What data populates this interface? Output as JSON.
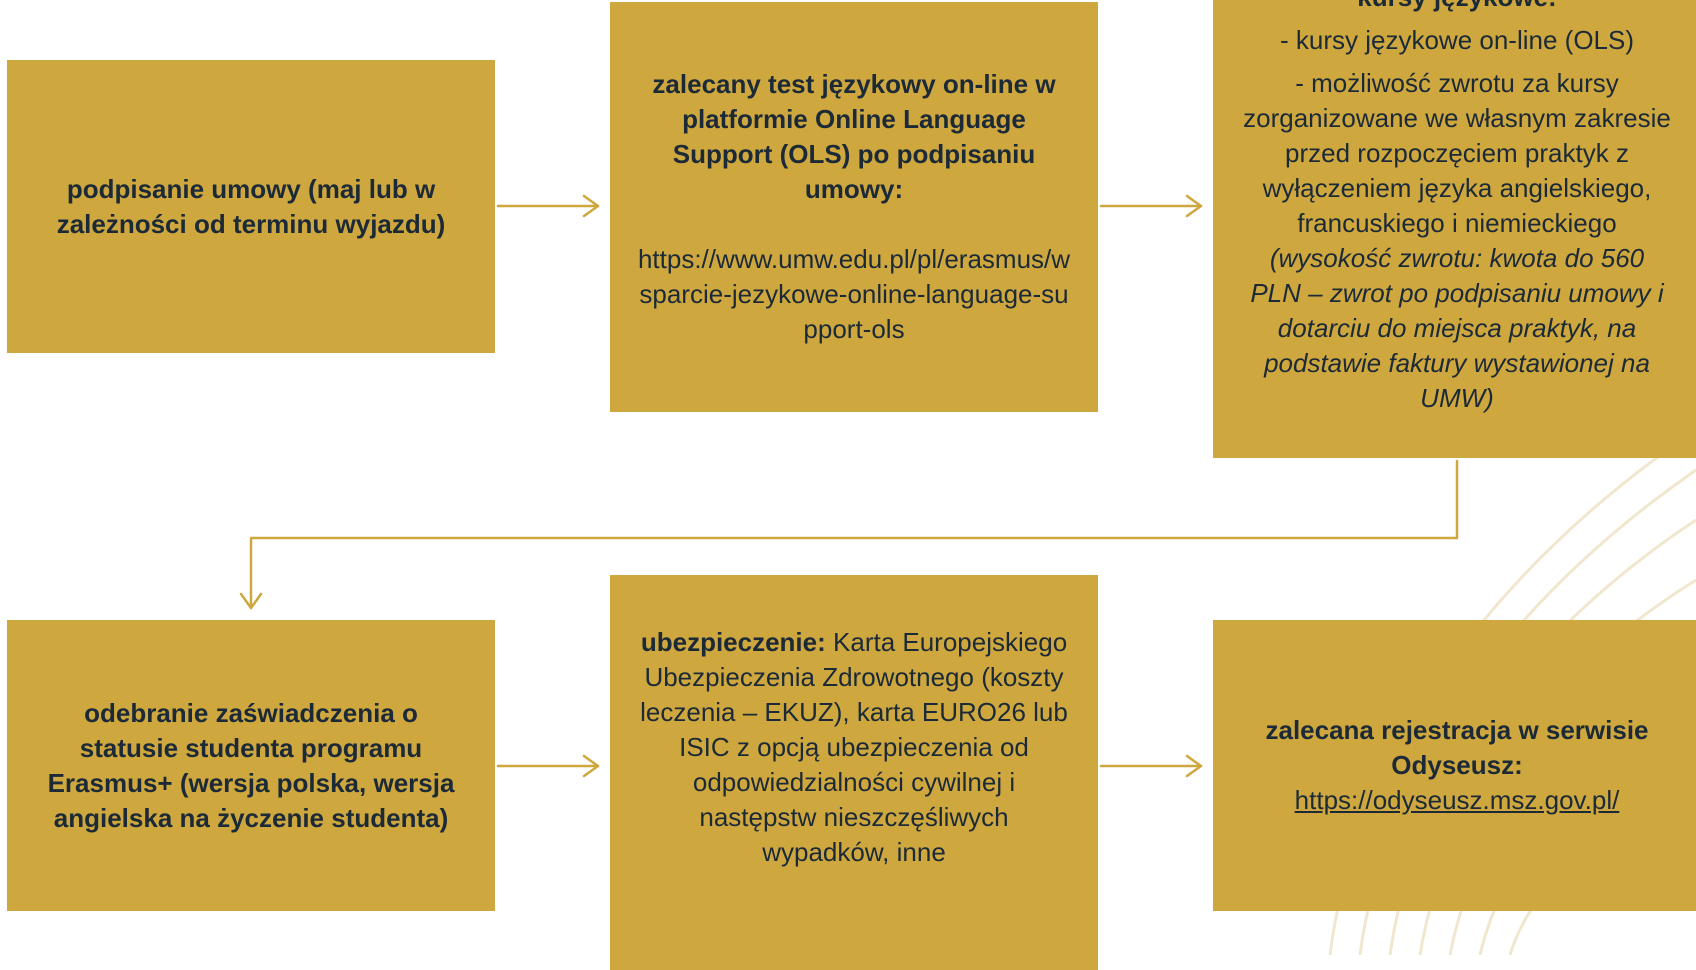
{
  "boxes": {
    "b1": {
      "title": "podpisanie umowy (maj lub w zależności od terminu wyjazdu)"
    },
    "b2": {
      "title": "zalecany test językowy on-line w platformie Online Language Support (OLS) po podpisaniu umowy:",
      "url": "https://www.umw.edu.pl/pl/erasmus/wsparcie-jezykowe-online-language-support-ols"
    },
    "b3": {
      "title": "kursy językowe:",
      "item1": "- kursy językowe on-line (OLS)",
      "item2": "- możliwość zwrotu za kursy zorganizowane we własnym zakresie przed rozpoczęciem praktyk z wyłączeniem języka angielskiego, francuskiego i niemieckiego",
      "item2_note": "(wysokość zwrotu: kwota do 560 PLN – zwrot po podpisaniu umowy i dotarciu do miejsca praktyk, na podstawie faktury wystawionej na UMW)"
    },
    "b4": {
      "title": "odebranie zaświadczenia o statusie studenta programu Erasmus+ (wersja polska, wersja angielska na życzenie studenta)"
    },
    "b5": {
      "label": "ubezpieczenie:",
      "text": "Karta Europejskiego Ubezpieczenia Zdrowotnego (koszty leczenia – EKUZ), karta EURO26 lub ISIC z opcją ubezpieczenia od odpowiedzialności cywilnej i następstw nieszczęśliwych wypadków, inne"
    },
    "b6": {
      "title": "zalecana rejestracja w serwisie Odyseusz:",
      "url": "https://odyseusz.msz.gov.pl/"
    }
  },
  "colors": {
    "box": "#cfa73f",
    "connector": "#cfa73f",
    "text": "#1b2a36"
  }
}
